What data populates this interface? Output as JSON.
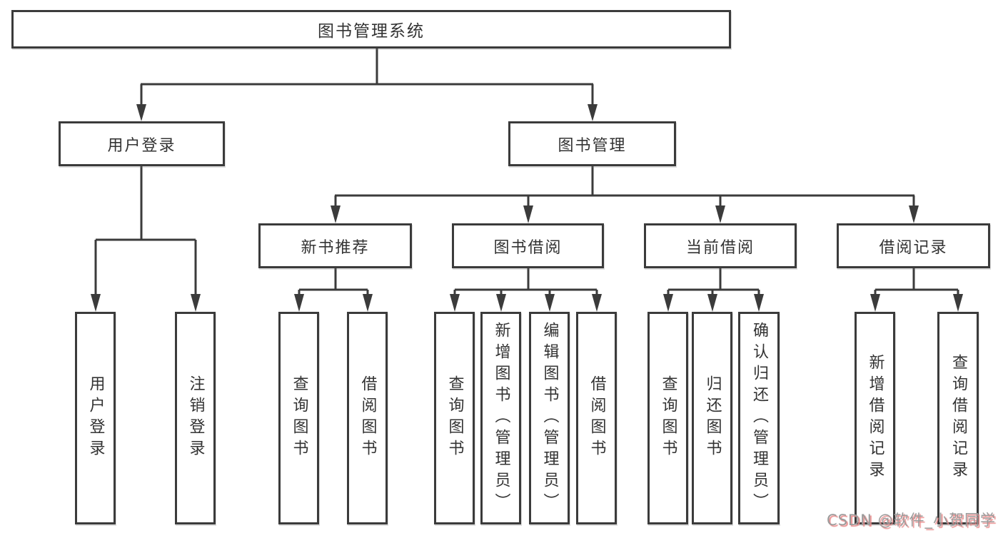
{
  "tree": {
    "root": {
      "label": "图书管理系统"
    },
    "branches": [
      {
        "label": "用户登录",
        "children": [
          "用户登录",
          "注销登录"
        ]
      },
      {
        "label": "图书管理",
        "children": [
          {
            "label": "新书推荐",
            "children": [
              "查询图书",
              "借阅图书"
            ]
          },
          {
            "label": "图书借阅",
            "children": [
              "查询图书",
              "新增图书（管理员）",
              "编辑图书（管理员）",
              "借阅图书"
            ]
          },
          {
            "label": "当前借阅",
            "children": [
              "查询图书",
              "归还图书",
              "确认归还（管理员）"
            ]
          },
          {
            "label": "借阅记录",
            "children": [
              "新增借阅记录",
              "查询借阅记录"
            ]
          }
        ]
      }
    ]
  },
  "watermark": "CSDN @软件_小贺同学",
  "colors": {
    "line": "#3b3b3b",
    "text": "#333333",
    "background": "#ffffff",
    "watermark": "#9b9b9b",
    "watermark_shadow": "#e98c8c"
  }
}
